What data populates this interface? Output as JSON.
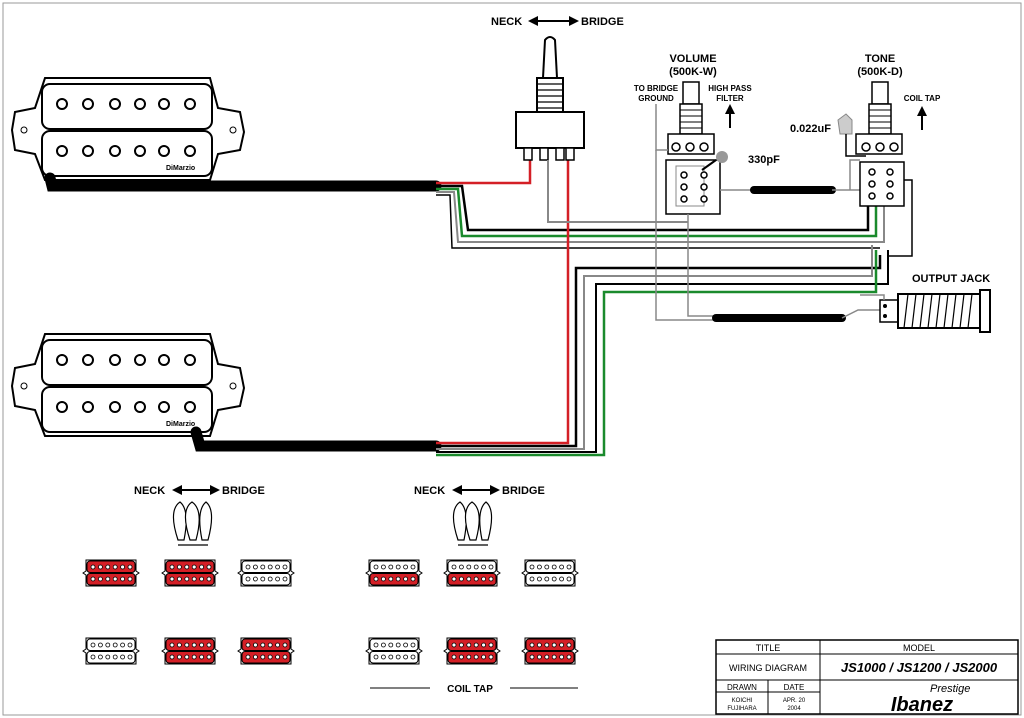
{
  "switch_header": {
    "neck": "NECK",
    "bridge": "BRIDGE"
  },
  "volume": {
    "title": "VOLUME",
    "value": "(500K-W)",
    "to_bridge_1": "TO BRIDGE",
    "to_bridge_2": "GROUND",
    "high_pass_1": "HIGH PASS",
    "high_pass_2": "FILTER",
    "cap": "330pF"
  },
  "tone": {
    "title": "TONE",
    "value": "(500K-D)",
    "coil_tap": "COIL TAP",
    "cap": "0.022uF"
  },
  "output_jack": "OUTPUT JACK",
  "pickup_brand": "DiMarzio",
  "chart_left": {
    "neck": "NECK",
    "bridge": "BRIDGE"
  },
  "chart_right": {
    "neck": "NECK",
    "bridge": "BRIDGE",
    "footer": "COIL TAP"
  },
  "title_block": {
    "title_header": "TITLE",
    "title_value": "WIRING DIAGRAM",
    "model_header": "MODEL",
    "model_value": "JS1000 / JS1200 / JS2000",
    "drawn_header": "DRAWN",
    "drawn_value_1": "KOICHI",
    "drawn_value_2": "FUJIHARA",
    "date_header": "DATE",
    "date_value_1": "APR. 20",
    "date_value_2": "2004",
    "brand": "Ibanez",
    "brand_script": "Prestige"
  },
  "chart_states": {
    "left": [
      [
        "red",
        "red",
        "white"
      ],
      [
        "white",
        "red",
        "red"
      ]
    ],
    "right": [
      [
        "white-red",
        "white-red",
        "white"
      ],
      [
        "white",
        "red",
        "red"
      ]
    ]
  },
  "colors": {
    "hot": "#d41f26",
    "ground": "#1a8a2c",
    "cable": "#000000",
    "bare": "#888888"
  }
}
